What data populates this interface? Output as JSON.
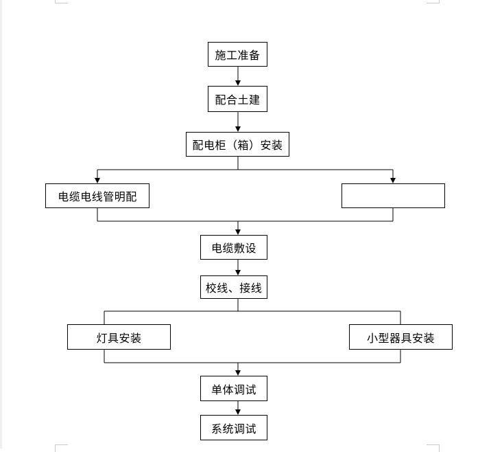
{
  "flowchart": {
    "steps": {
      "construction_prep": "施工准备",
      "civil_coordination": "配合土建",
      "cabinet_install": "配电柜（箱）安装",
      "cable_conduit": "电缆电线管明配",
      "blank_branch": "",
      "cable_laying": "电缆敷设",
      "wiring_check": "校线、接线",
      "lamp_install": "灯具安装",
      "small_device_install": "小型器具安装",
      "unit_debug": "单体调试",
      "system_debug": "系统调试"
    }
  },
  "colors": {
    "line": "#000000",
    "box_border": "#000000",
    "background": "#ffffff"
  }
}
